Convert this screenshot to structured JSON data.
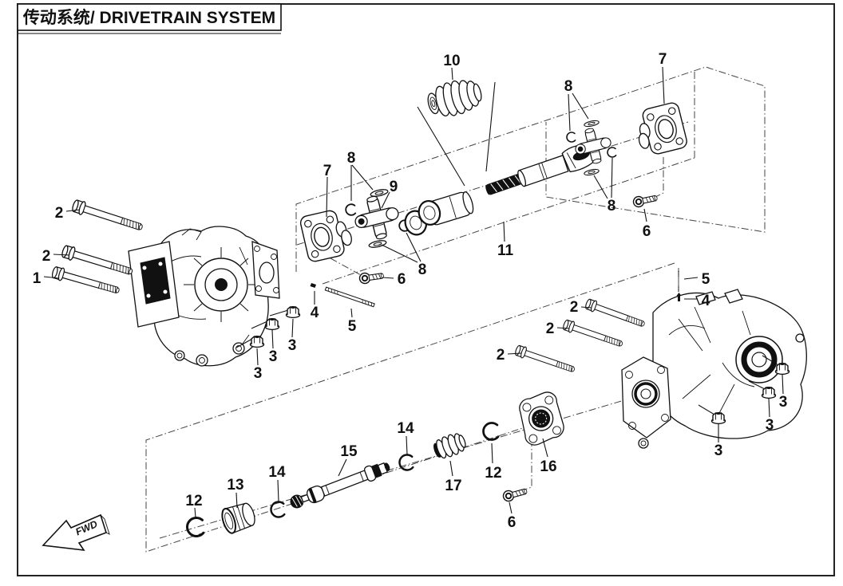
{
  "title": {
    "label": "传动系统/ DRIVETRAIN SYSTEM"
  },
  "fwd": {
    "label": "FWD"
  },
  "colors": {
    "ink": "#111111",
    "paper": "#ffffff",
    "outline_dash": "#444444"
  },
  "callouts": {
    "1": "1",
    "2": "2",
    "3": "3",
    "4": "4",
    "5": "5",
    "6": "6",
    "7": "7",
    "8": "8",
    "9": "9",
    "10": "10",
    "11": "11",
    "12": "12",
    "13": "13",
    "14": "14",
    "15": "15",
    "16": "16",
    "17": "17"
  }
}
